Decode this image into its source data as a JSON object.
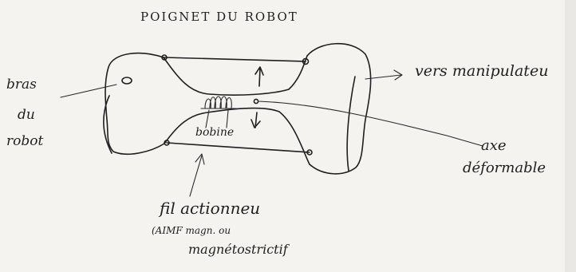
{
  "labels": {
    "title": "POIGNET DU ROBOT",
    "bras": "bras",
    "du": "du",
    "robot": "robot",
    "vers_manipulateur": "vers manipulateu",
    "bobine": "bobine",
    "axe": "axe",
    "deformable": "déformable",
    "fil_actionneur": "fil actionneu",
    "aimf": "(AIMF magn. ou",
    "magnetostrictif": "magnétostrictif"
  },
  "colors": {
    "ink": "#1f1f22",
    "paper": "#f4f3ef"
  }
}
